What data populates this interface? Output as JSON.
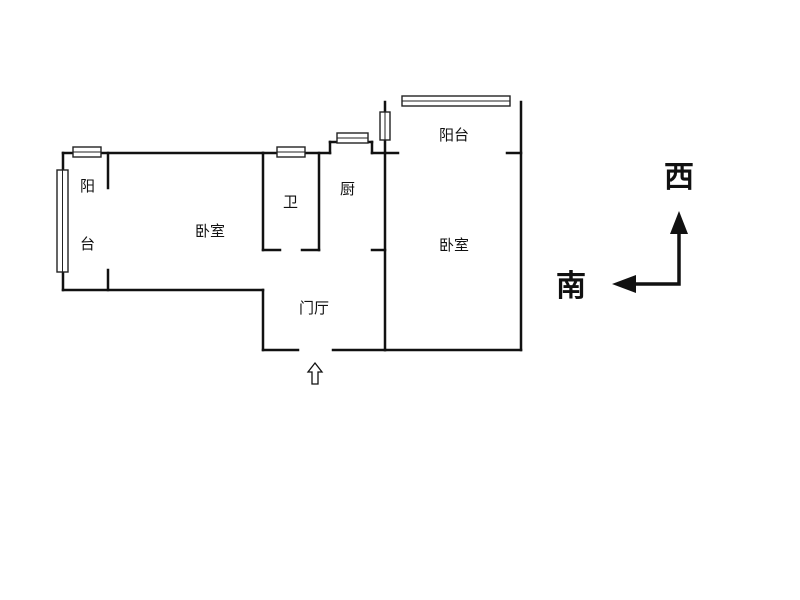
{
  "rooms": {
    "balcony_left_top": "阳",
    "balcony_left_bottom": "台",
    "bedroom_left": "卧室",
    "bathroom": "卫",
    "kitchen": "厨",
    "balcony_right": "阳台",
    "bedroom_right": "卧室",
    "entrance_hall": "门厅"
  },
  "compass": {
    "north_side_label": "西",
    "west_side_label": "南"
  },
  "icons": {
    "entry": "entry-arrow-icon",
    "compass_up": "compass-arrow-up-icon",
    "compass_left": "compass-arrow-left-icon"
  }
}
